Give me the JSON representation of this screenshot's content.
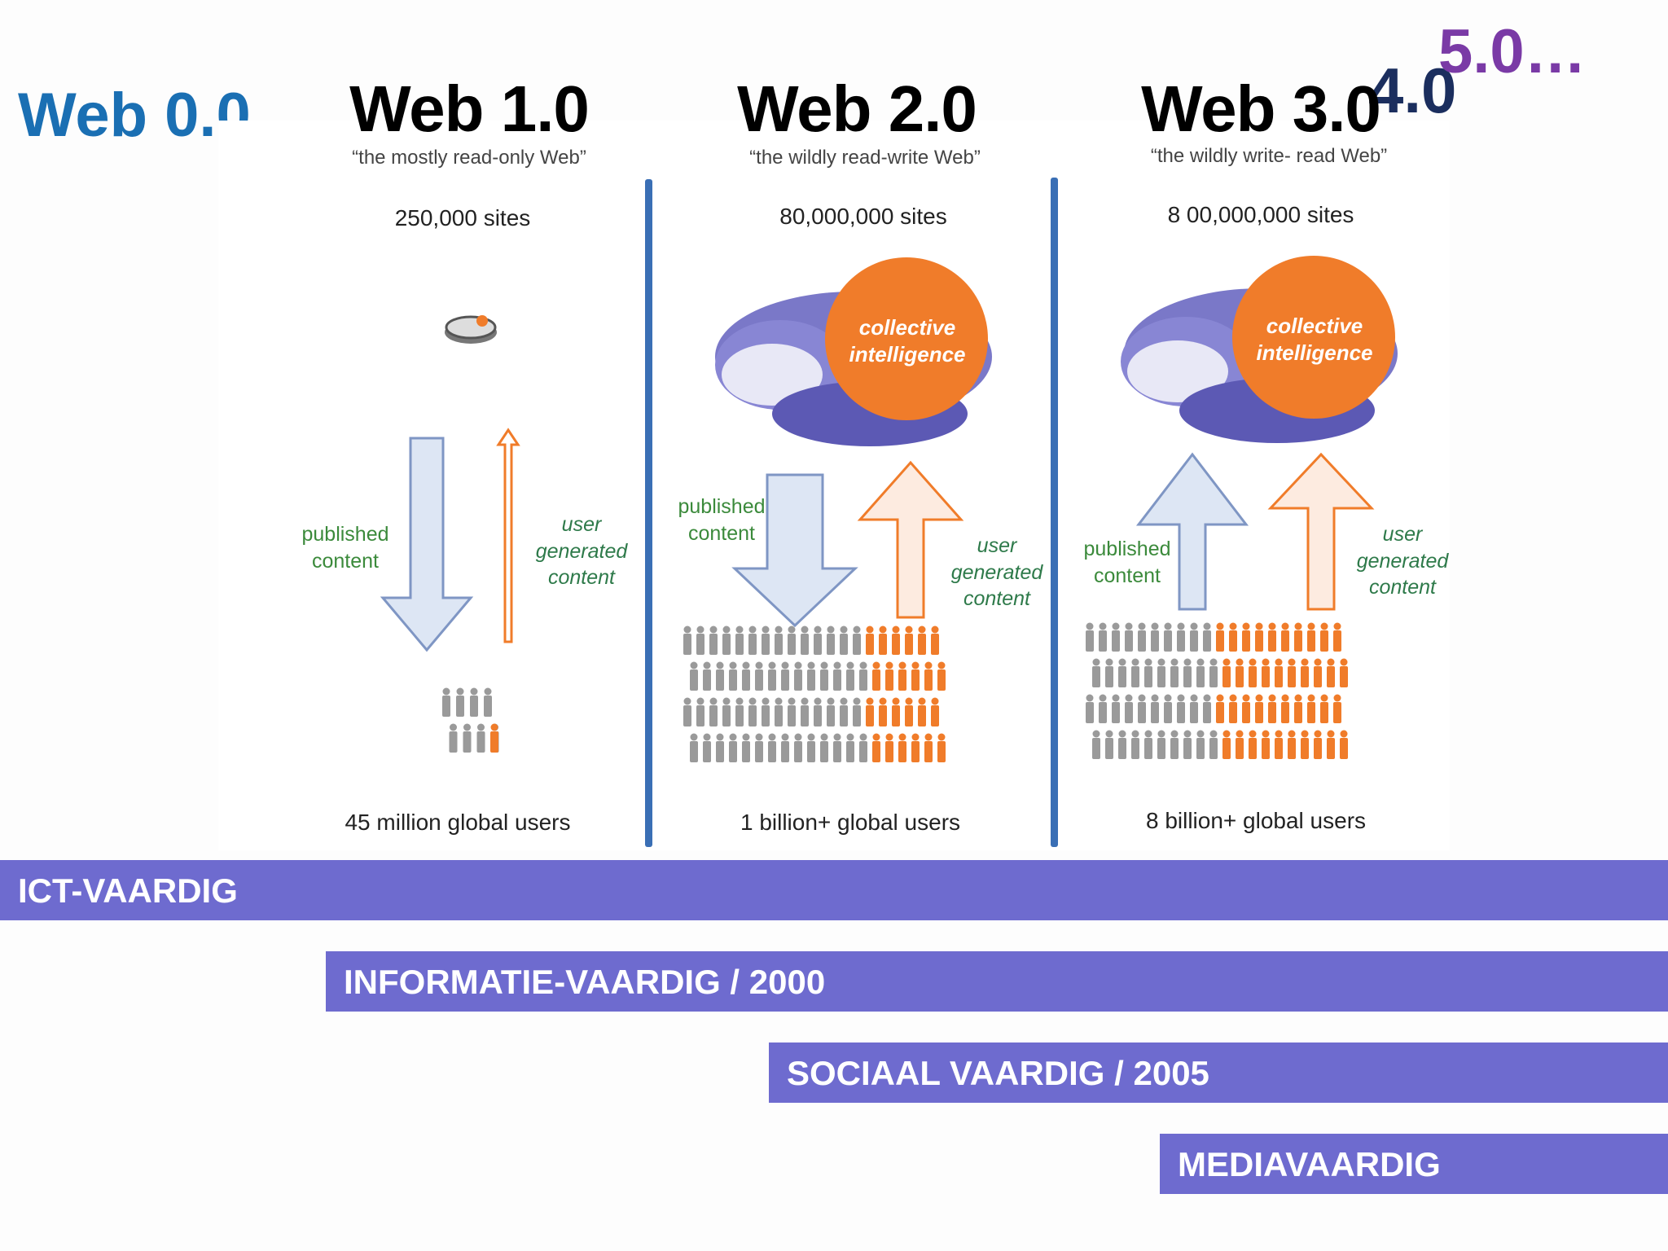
{
  "corner_labels": {
    "web0": "Web 0.0",
    "web4": "4.0",
    "web5": "5.0…"
  },
  "columns": [
    {
      "title": "Web 1.0",
      "subtitle": "“the mostly read-only Web”",
      "sites": "250,000 sites",
      "published": "published content",
      "user_generated": "user generated content",
      "users": "45 million global users",
      "color": "#8b3a1a"
    },
    {
      "title": "Web 2.0",
      "subtitle": "“the wildly read-write Web”",
      "sites": "80,000,000 sites",
      "published": "published content",
      "user_generated": "user generated content",
      "collective": "collective intelligence",
      "users": "1 billion+ global users",
      "color": "#f07c2a"
    },
    {
      "title": "Web 3.0",
      "subtitle": "“the wildly write- read Web”",
      "sites": "8 00,000,000 sites",
      "published": "published content",
      "user_generated": "user generated content",
      "collective": "collective intelligence",
      "users": "8 billion+ global users",
      "color": "#1f35d6"
    }
  ],
  "bars": [
    {
      "label": "ICT-VAARDIG"
    },
    {
      "label": "INFORMATIE-VAARDIG / 2000"
    },
    {
      "label": "SOCIAAL VAARDIG / 2005"
    },
    {
      "label": "MEDIAVAARDIG"
    }
  ],
  "colors": {
    "bar": "#6e6bcf",
    "divider": "#3a6fb5",
    "orange": "#f07c2a",
    "arrow_fill": "#dde6f4",
    "arrow_stroke": "#7f96c4",
    "person_grey": "#9a9a9a"
  }
}
